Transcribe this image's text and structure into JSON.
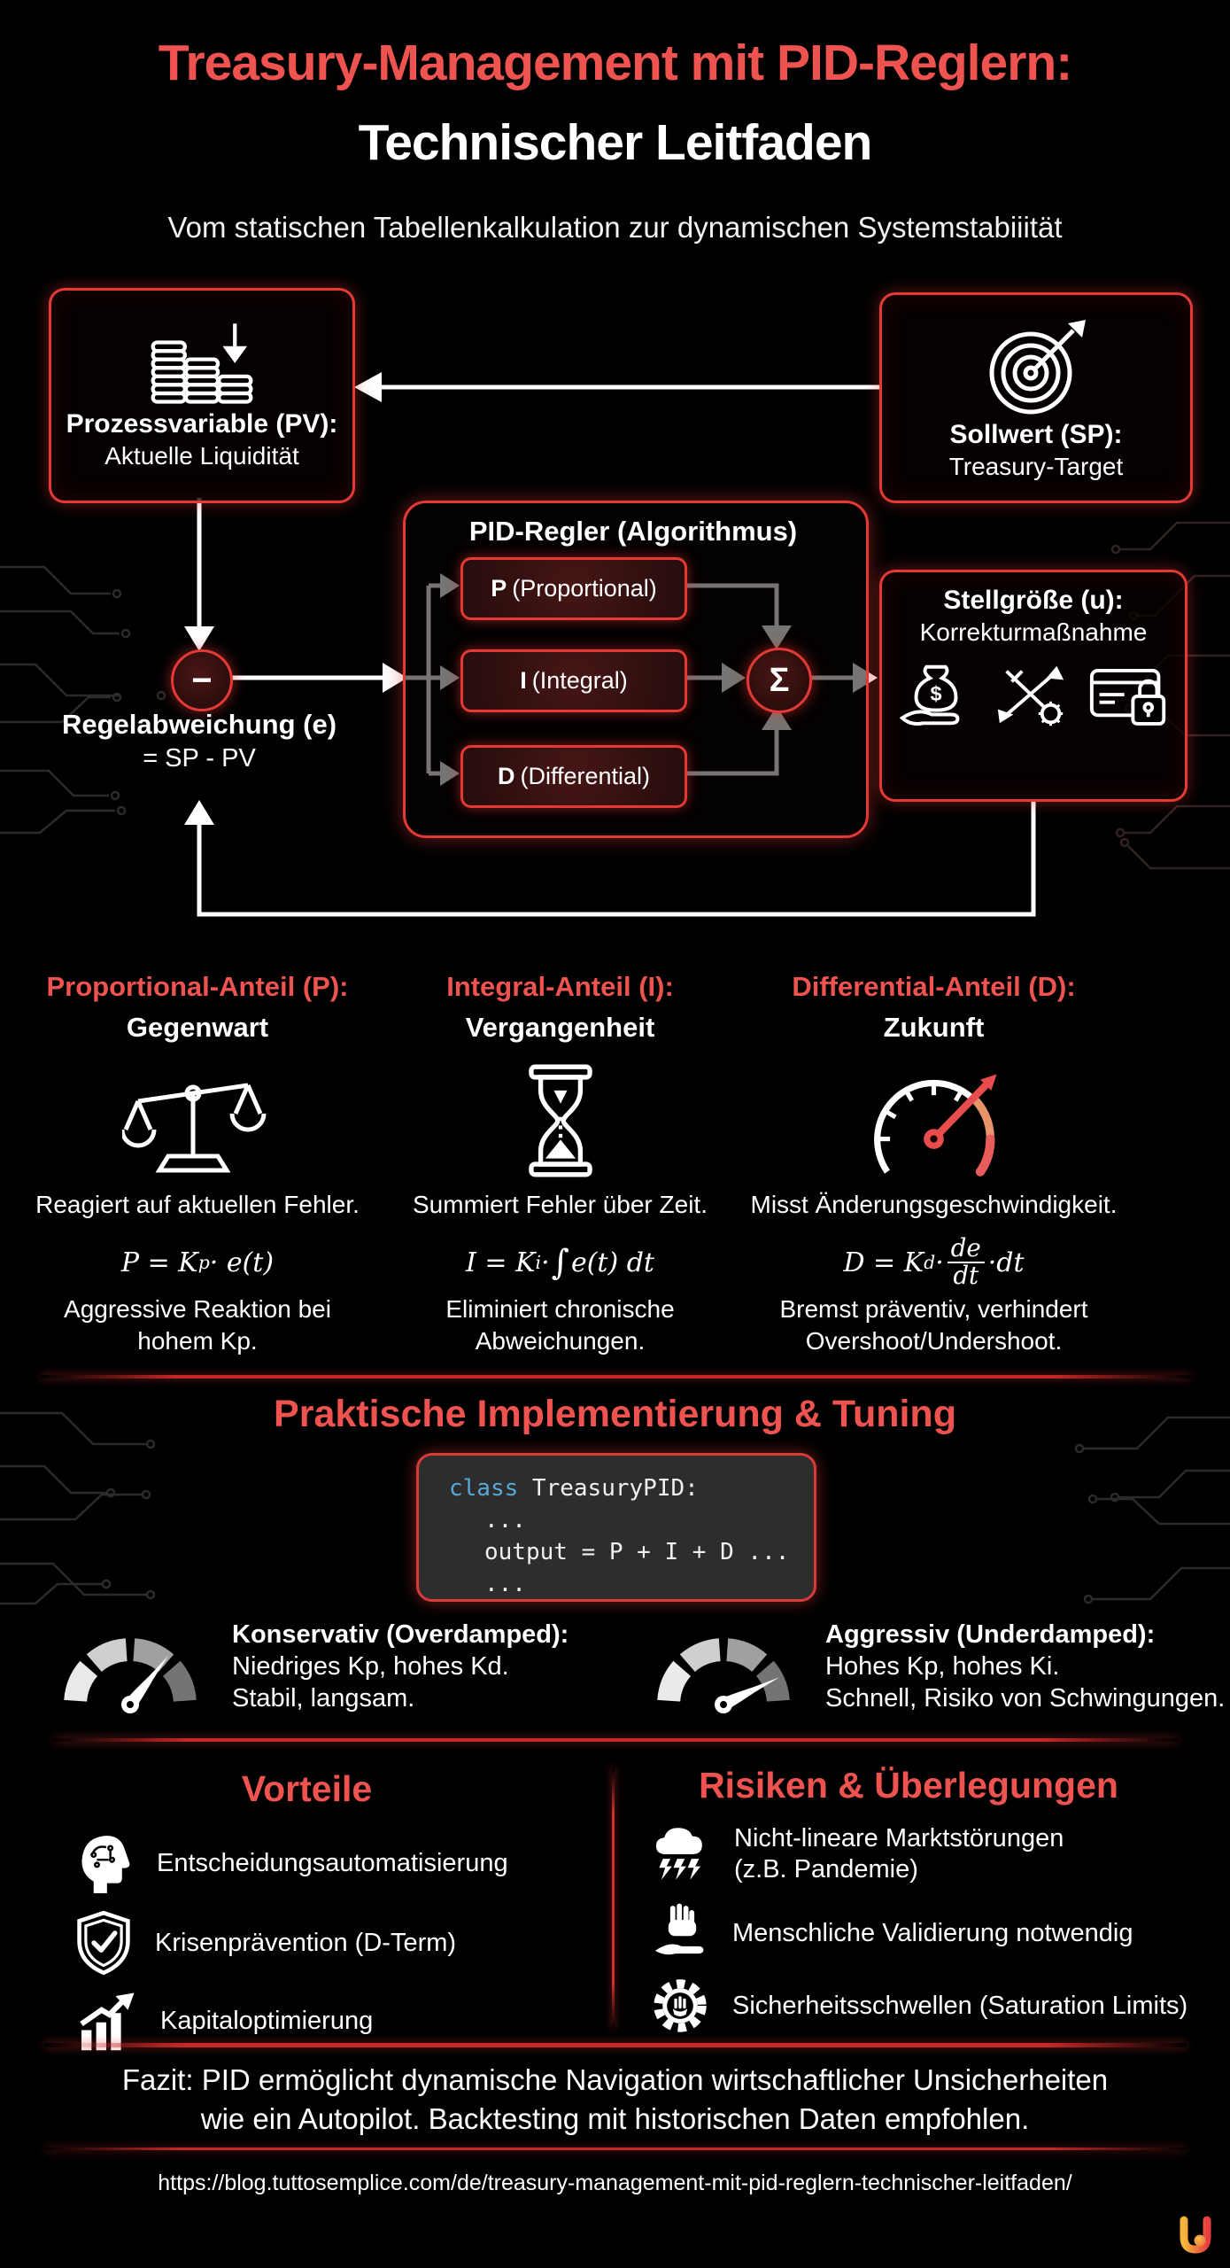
{
  "colors": {
    "accent": "#ef5350",
    "border": "#e53935",
    "keyword": "#56a8d6"
  },
  "header": {
    "title_red": "Treasury-Management mit PID-Reglern:",
    "title_white": "Technischer Leitfaden",
    "subtitle": "Vom statischen Tabellenkalkulation zur dynamischen Systemstabiiität"
  },
  "diagram": {
    "pv_title": "Prozessvariable (PV):",
    "pv_subtitle": "Aktuelle Liquidität",
    "sp_title": "Sollwert (SP):",
    "sp_subtitle": "Treasury-Target",
    "pid_title": "PID-Regler (Algorithmus)",
    "p_bold": "P",
    "p_rest": "(Proportional)",
    "i_bold": "I",
    "i_rest": "(Integral)",
    "d_bold": "D",
    "d_rest": "(Differential)",
    "sum_symbol": "Σ",
    "minus_symbol": "−",
    "error_line1": "Regelabweichung (e)",
    "error_line2": "= SP - PV",
    "u_title": "Stellgröße (u):",
    "u_subtitle": "Korrekturmaßnahme"
  },
  "terms": [
    {
      "heading": "Proportional-Anteil (P):",
      "subheading": "Gegenwart",
      "desc": "Reagiert auf aktuellen Fehler.",
      "formula": {
        "pre": "P = K",
        "sub": "p",
        "post": " · e(t)"
      },
      "note1": "Aggressive Reaktion bei",
      "note2": "hohem Kp."
    },
    {
      "heading": "Integral-Anteil (I):",
      "subheading": "Vergangenheit",
      "desc": "Summiert Fehler über Zeit.",
      "formula": {
        "pre": "I = K",
        "sub": "i",
        "mid": " · ",
        "integral": "∫",
        "post": " e(t) dt"
      },
      "note1": "Eliminiert chronische",
      "note2": "Abweichungen."
    },
    {
      "heading": "Differential-Anteil (D):",
      "subheading": "Zukunft",
      "desc": "Misst Änderungsgeschwindigkeit.",
      "formula": {
        "pre": "D = K",
        "sub": "d",
        "mid": " · ",
        "num": "de",
        "den": "dt",
        "post": "·dt"
      },
      "note1": "Bremst präventiv, verhindert",
      "note2": "Overshoot/Undershoot."
    }
  ],
  "implementation": {
    "heading": "Praktische Implementierung & Tuning",
    "code_keyword": "class",
    "code_line1_rest": " TreasuryPID:",
    "code_line2": "...",
    "code_line3": "output = P + I + D ...",
    "code_line4": "..."
  },
  "tuning": [
    {
      "title": "Konservativ (Overdamped):",
      "line1": "Niedriges Kp, hohes Kd.",
      "line2": "Stabil, langsam."
    },
    {
      "title": "Aggressiv (Underdamped):",
      "line1": "Hohes Kp, hohes Ki.",
      "line2": "Schnell, Risiko von Schwingungen."
    }
  ],
  "pros": {
    "heading": "Vorteile",
    "items": [
      {
        "text": "Entscheidungsautomatisierung"
      },
      {
        "text": "Krisenprävention (D-Term)"
      },
      {
        "text": "Kapitaloptimierung"
      }
    ]
  },
  "risks": {
    "heading": "Risiken & Überlegungen",
    "items": [
      {
        "line1": "Nicht-lineare Marktstörungen",
        "line2": "(z.B. Pandemie)"
      },
      {
        "line1": "Menschliche Validierung notwendig",
        "line2": ""
      },
      {
        "line1": "Sicherheitsschwellen (Saturation Limits)",
        "line2": ""
      }
    ]
  },
  "footer": {
    "fazit_line1": "Fazit: PID ermöglicht dynamische Navigation wirtschaftlicher Unsicherheiten",
    "fazit_line2": "wie ein Autopilot. Backtesting mit historischen Daten empfohlen.",
    "url": "https://blog.tuttosemplice.com/de/treasury-management-mit-pid-reglern-technischer-leitfaden/"
  }
}
